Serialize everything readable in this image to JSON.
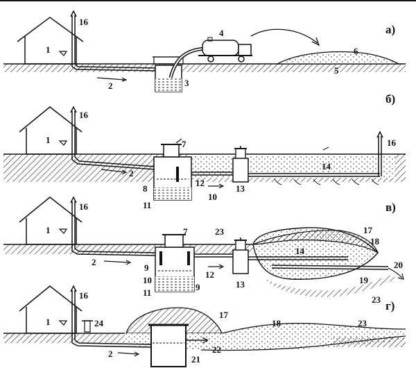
{
  "panels": [
    {
      "id": "a",
      "letter": "а)",
      "labels": {
        "house_interior": "1",
        "sewer_pipe": "2",
        "cesspool": "3",
        "vacuum_truck": "4",
        "soil": "5",
        "field_pile": "6",
        "vent_stack": "16"
      }
    },
    {
      "id": "b",
      "letter": "б)",
      "labels": {
        "house_interior": "1",
        "sewer_pipe": "2",
        "hatch": "7",
        "partition": "8",
        "tank_liquid": "10",
        "sludge": "11",
        "outlet_pipe": "12",
        "distribution_well": "13",
        "drain_pipe": "14",
        "vent_stack_house": "16",
        "vent_stack_end": "16"
      }
    },
    {
      "id": "v",
      "letter": "в)",
      "labels": {
        "house_interior": "1",
        "sewer_pipe": "2",
        "hatch": "7",
        "tee_in": "9",
        "tee_out": "9",
        "tank_liquid": "10",
        "sludge": "11",
        "outlet_pipe": "12",
        "distribution_well": "13",
        "drain_pipe": "14",
        "vent_stack": "16",
        "filter_mound": "17",
        "soil_cover": "18",
        "collector_pipe": "19",
        "discharge": "20",
        "ground_line": "23",
        "ground_line_low": "23"
      }
    },
    {
      "id": "g",
      "letter": "г)",
      "labels": {
        "house_interior": "1",
        "sewer_pipe": "2",
        "vent_stack": "16",
        "filter_mound": "17",
        "soil_cover": "18",
        "tank": "21",
        "outlet": "22",
        "ground_line": "23",
        "valve": "24"
      }
    }
  ]
}
